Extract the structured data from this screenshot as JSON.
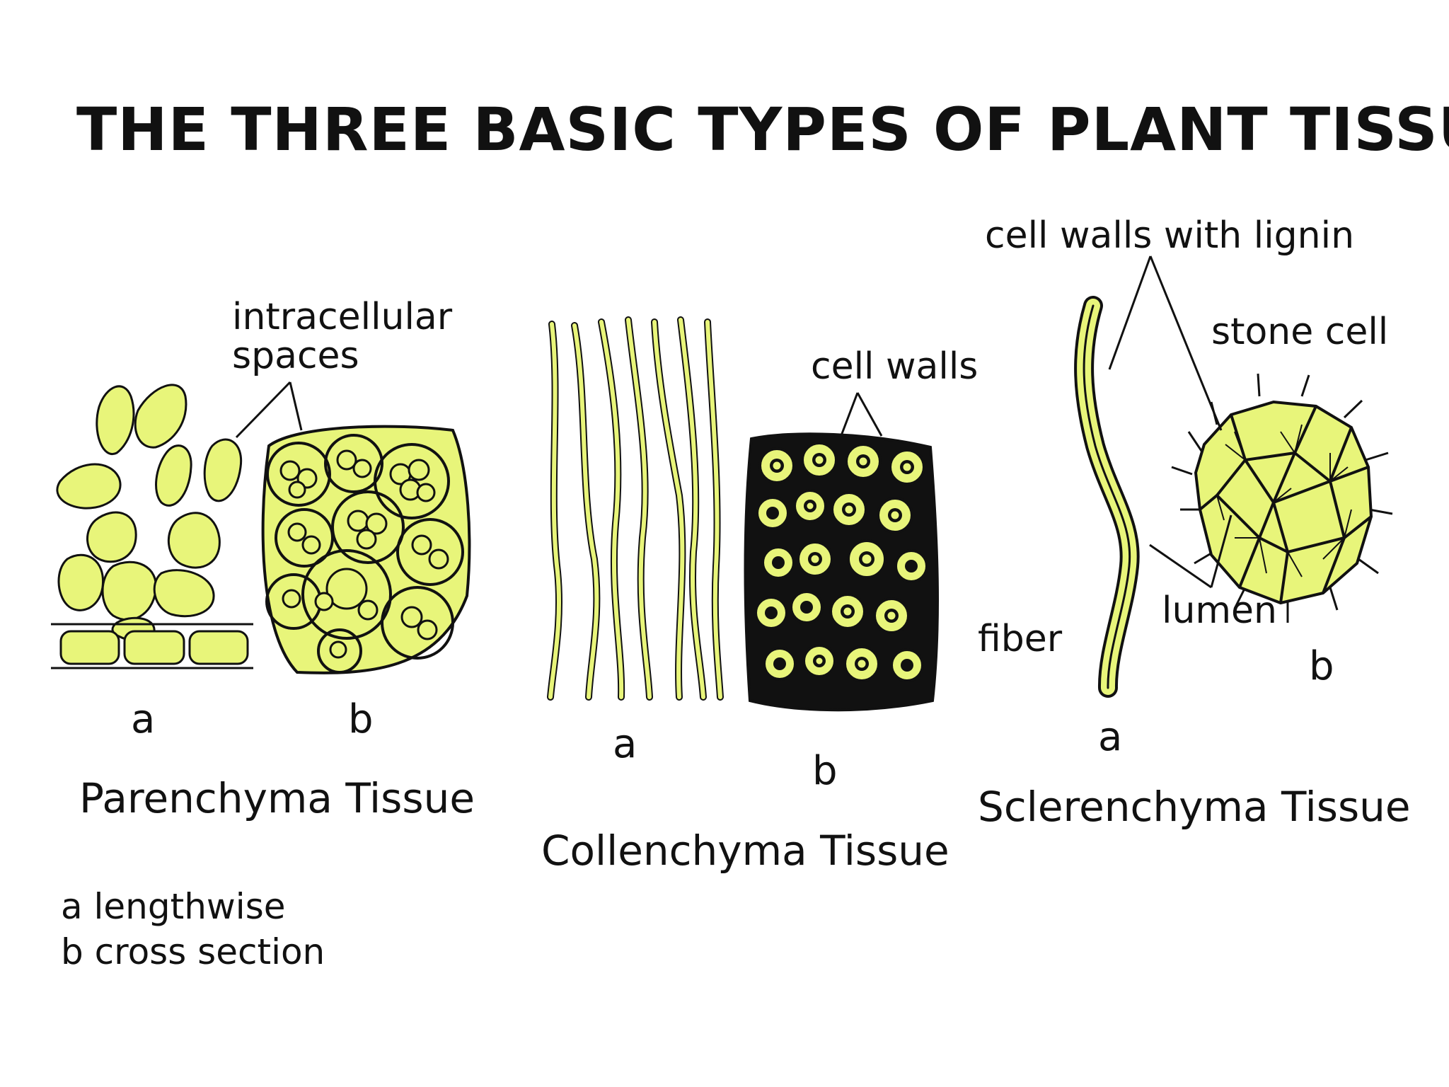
{
  "title": "THE THREE BASIC TYPES OF PLANT TISSUE",
  "colors": {
    "cell_fill": "#e8f57a",
    "outline": "#111111",
    "background": "#ffffff"
  },
  "parenchyma": {
    "name": "Parenchyma Tissue",
    "callout": [
      "intracellular",
      "spaces"
    ],
    "view_a": "a",
    "view_b": "b"
  },
  "collenchyma": {
    "name": "Collenchyma Tissue",
    "callout": "cell walls",
    "view_a": "a",
    "view_b": "b"
  },
  "sclerenchyma": {
    "name": "Sclerenchyma Tissue",
    "callout_lignin": "cell walls with lignin",
    "callout_stone": "stone cell",
    "callout_lumen": "lumen",
    "callout_fiber": "fiber",
    "view_a": "a",
    "view_b": "b"
  },
  "legend": {
    "line_a": "a lengthwise",
    "line_b": "b cross section"
  }
}
